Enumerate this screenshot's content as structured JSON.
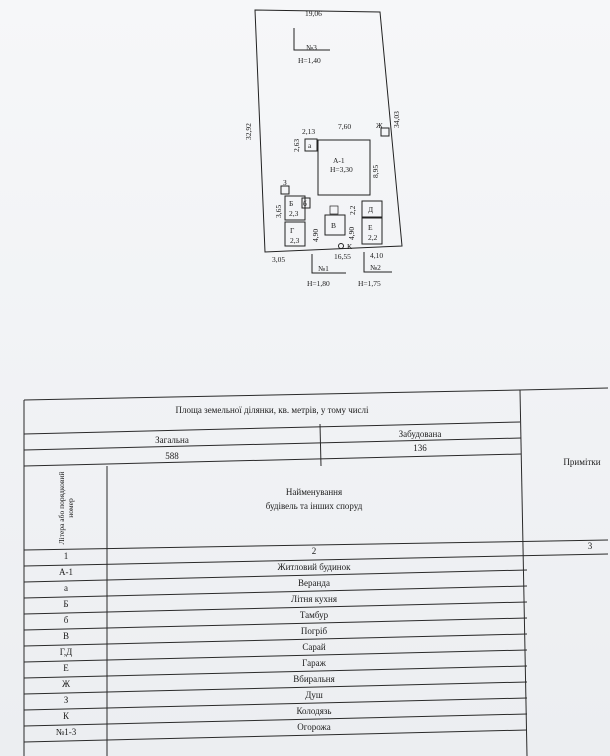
{
  "plan": {
    "dims": {
      "top_width": "19,06",
      "left_side": "32,92",
      "right_side": "34,03",
      "house_width": "7,60",
      "house_depth": "8,95",
      "veranda_w": "2,13",
      "veranda_h": "2,63",
      "left_bottom": "3,65",
      "left_base": "3,05",
      "middle_base": "16,55",
      "right_base": "4,10",
      "b_height": "4,90",
      "v_height": "4,90",
      "d_height": "2,2"
    },
    "buildings": {
      "a1_label": "А-1",
      "a1_height": "Н=3,30",
      "veranda_label": "а",
      "b_label": "Б",
      "b_value": "2,3",
      "tambur_label": "б",
      "z_label": "З",
      "g_label": "Г",
      "g_value": "2,3",
      "v_label": "В",
      "d_label": "Д",
      "e_label": "Е",
      "e_value": "2,2",
      "zh_label": "Ж",
      "k_label": "К"
    },
    "fences": {
      "f3_label": "№3",
      "f3_height": "Н=1,40",
      "f1_label": "№1",
      "f1_height": "Н=1,80",
      "f2_label": "№2",
      "f2_height": "Н=1,75"
    }
  },
  "table": {
    "title": "Площа земельної ділянки, кв. метрів, у тому числі",
    "total_label": "Загальна",
    "built_label": "Забудована",
    "total_value": "588",
    "built_value": "136",
    "notes_header": "Примітки",
    "col1_header": "Літера або порядковий номер",
    "col2_header_line1": "Найменування",
    "col2_header_line2": "будівель та інших споруд",
    "col_numbers": [
      "1",
      "2",
      "3"
    ],
    "rows": [
      {
        "letter": "А-1",
        "name": "Житловий будинок"
      },
      {
        "letter": "а",
        "name": "Веранда"
      },
      {
        "letter": "Б",
        "name": "Літня кухня"
      },
      {
        "letter": "б",
        "name": "Тамбур"
      },
      {
        "letter": "В",
        "name": "Погріб"
      },
      {
        "letter": "Г,Д",
        "name": "Сарай"
      },
      {
        "letter": "Е",
        "name": "Гараж"
      },
      {
        "letter": "Ж",
        "name": "Вбиральня"
      },
      {
        "letter": "З",
        "name": "Душ"
      },
      {
        "letter": "К",
        "name": "Колодязь"
      },
      {
        "letter": "№1-3",
        "name": "Огорожа"
      }
    ]
  }
}
